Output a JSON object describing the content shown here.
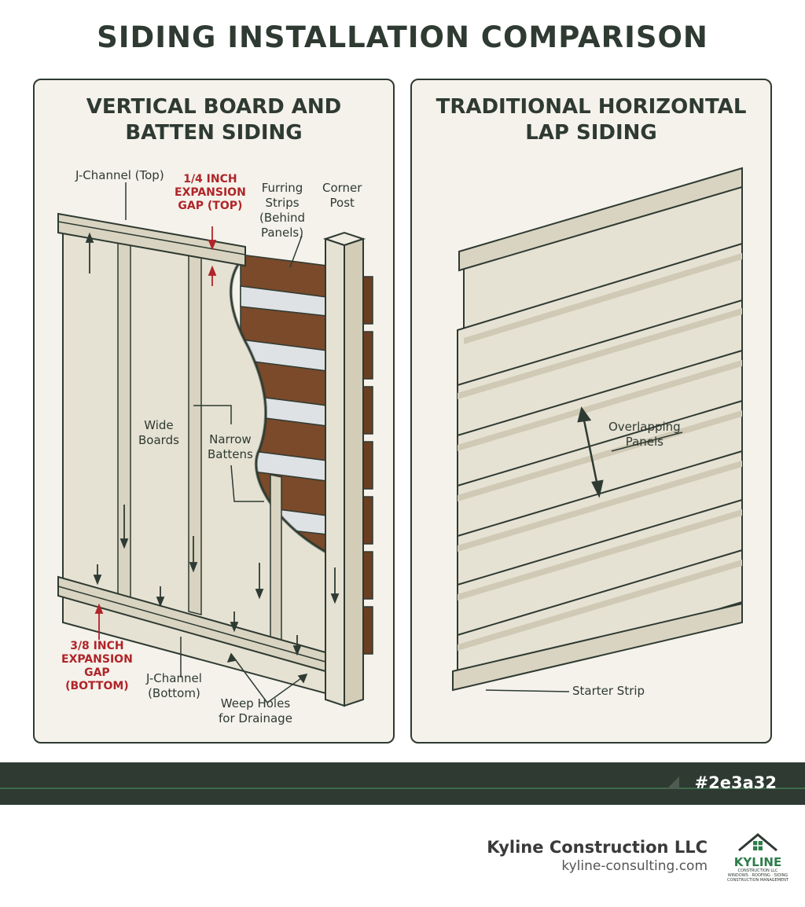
{
  "title": "SIDING INSTALLATION COMPARISON",
  "left_panel": {
    "title_line1": "VERTICAL BOARD AND",
    "title_line2": "BATTEN SIDING",
    "labels": {
      "j_channel_top": "J-Channel (Top)",
      "gap_top_1": "1/4 INCH",
      "gap_top_2": "EXPANSION",
      "gap_top_3": "GAP (TOP)",
      "furring_1": "Furring",
      "furring_2": "Strips",
      "furring_3": "(Behind",
      "furring_4": "Panels)",
      "corner_1": "Corner",
      "corner_2": "Post",
      "wide_1": "Wide",
      "wide_2": "Boards",
      "narrow_1": "Narrow",
      "narrow_2": "Battens",
      "gap_bottom_1": "3/8 INCH",
      "gap_bottom_2": "EXPANSION",
      "gap_bottom_3": "GAP",
      "gap_bottom_4": "(BOTTOM)",
      "j_bottom_1": "J-Channel",
      "j_bottom_2": "(Bottom)",
      "weep_1": "Weep Holes",
      "weep_2": "for Drainage"
    }
  },
  "right_panel": {
    "title_line1": "TRADITIONAL HORIZONTAL",
    "title_line2": "LAP SIDING",
    "labels": {
      "overlap_1": "Overlapping",
      "overlap_2": "Panels",
      "starter": "Starter Strip"
    }
  },
  "footer": {
    "color_tag": "#2e3a32",
    "company": "Kyline Construction LLC",
    "website": "kyline-consulting.com",
    "logo_name": "KYLINE",
    "logo_sub_1": "CONSTRUCTION LLC",
    "logo_sub_2": "WINDOWS · ROOFING · SIDING",
    "logo_sub_3": "CONSTRUCTION MANAGEMENT"
  },
  "colors": {
    "primary": "#2e3a32",
    "annotation_red": "#b0242a",
    "siding": "#e6e2d3",
    "wood": "#7a4a2a",
    "accent_green": "#2e7d4a"
  }
}
